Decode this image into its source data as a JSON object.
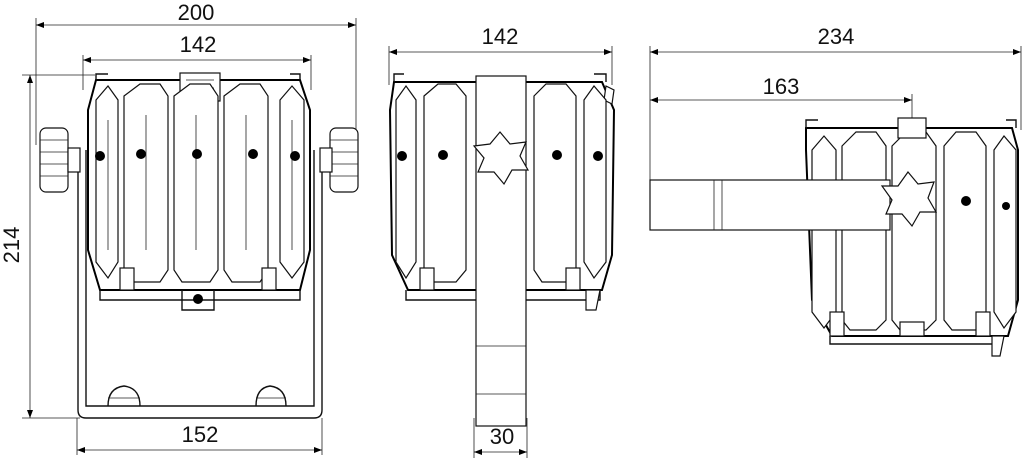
{
  "dimensions": {
    "front_total_width": "200",
    "front_head_width": "142",
    "front_bracket_width": "152",
    "height": "214",
    "side_head_width": "142",
    "side_bracket_width": "30",
    "top_total_length": "234",
    "top_partial_length": "163"
  },
  "icons": {
    "front_view": "fixture-front-view-drawing",
    "side_view": "fixture-side-view-drawing",
    "top_view": "fixture-top-view-drawing",
    "knob": "star-knob-icon"
  }
}
